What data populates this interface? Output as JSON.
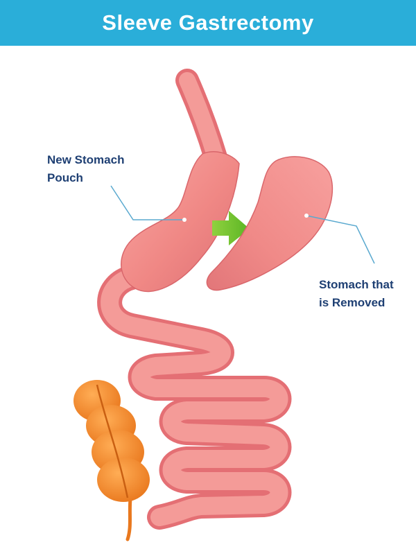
{
  "header": {
    "title": "Sleeve Gastrectomy",
    "background_color": "#2aaed9"
  },
  "labels": {
    "new_pouch": [
      "New Stomach",
      "Pouch"
    ],
    "removed": [
      "Stomach that",
      "is Removed"
    ]
  },
  "colors": {
    "tissue": "#f28a8a",
    "tissue_dark": "#e46f74",
    "pancreas": "#f28a2c",
    "arrow": "#6cc62b",
    "leader_line": "#5aa9cf",
    "label_text": "#1e3f73"
  }
}
